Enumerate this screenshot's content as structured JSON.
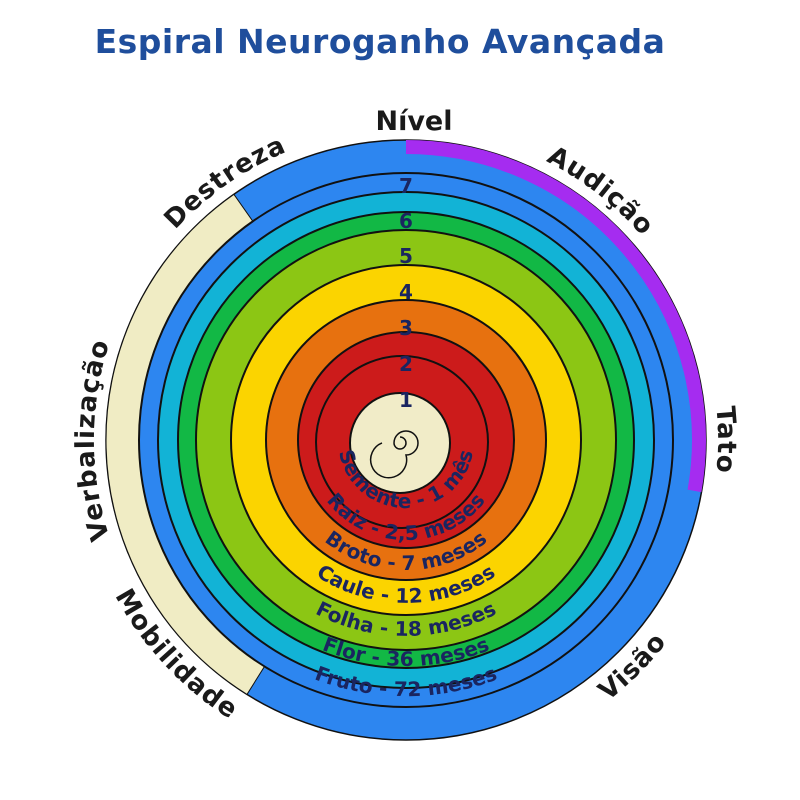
{
  "title": "Espiral Neuroganho Avançada",
  "level_label": "Nível",
  "sectors": [
    "Destreza",
    "Audição",
    "Tato",
    "Visão",
    "Mobilidade",
    "Verbalização"
  ],
  "levels": [
    {
      "number": "1",
      "stage": "Semente - 1 mês",
      "color": "#cc1b1b"
    },
    {
      "number": "2",
      "stage": "Raiz - 2,5 meses",
      "color": "#e7710f"
    },
    {
      "number": "3",
      "stage": "Broto - 7 meses",
      "color": "#fbd400"
    },
    {
      "number": "4",
      "stage": "Caule - 12 meses",
      "color": "#8cc614"
    },
    {
      "number": "5",
      "stage": "Folha - 18 meses",
      "color": "#12b845"
    },
    {
      "number": "6",
      "stage": "Flor - 36 meses",
      "color": "#12b3d6"
    },
    {
      "number": "7",
      "stage": "Fruto - 72 meses",
      "color": "#2d86f0"
    }
  ],
  "colors": {
    "center": "#f1ecc8",
    "outer_ring": "#2d86f0",
    "accent_arc": "#a52cf0",
    "verbalizacao_band": "#f0ecc4",
    "outline": "#111111",
    "level_number": "#1a2560",
    "stage_text": "#1a2560",
    "sector_text": "#1a1a1a"
  }
}
